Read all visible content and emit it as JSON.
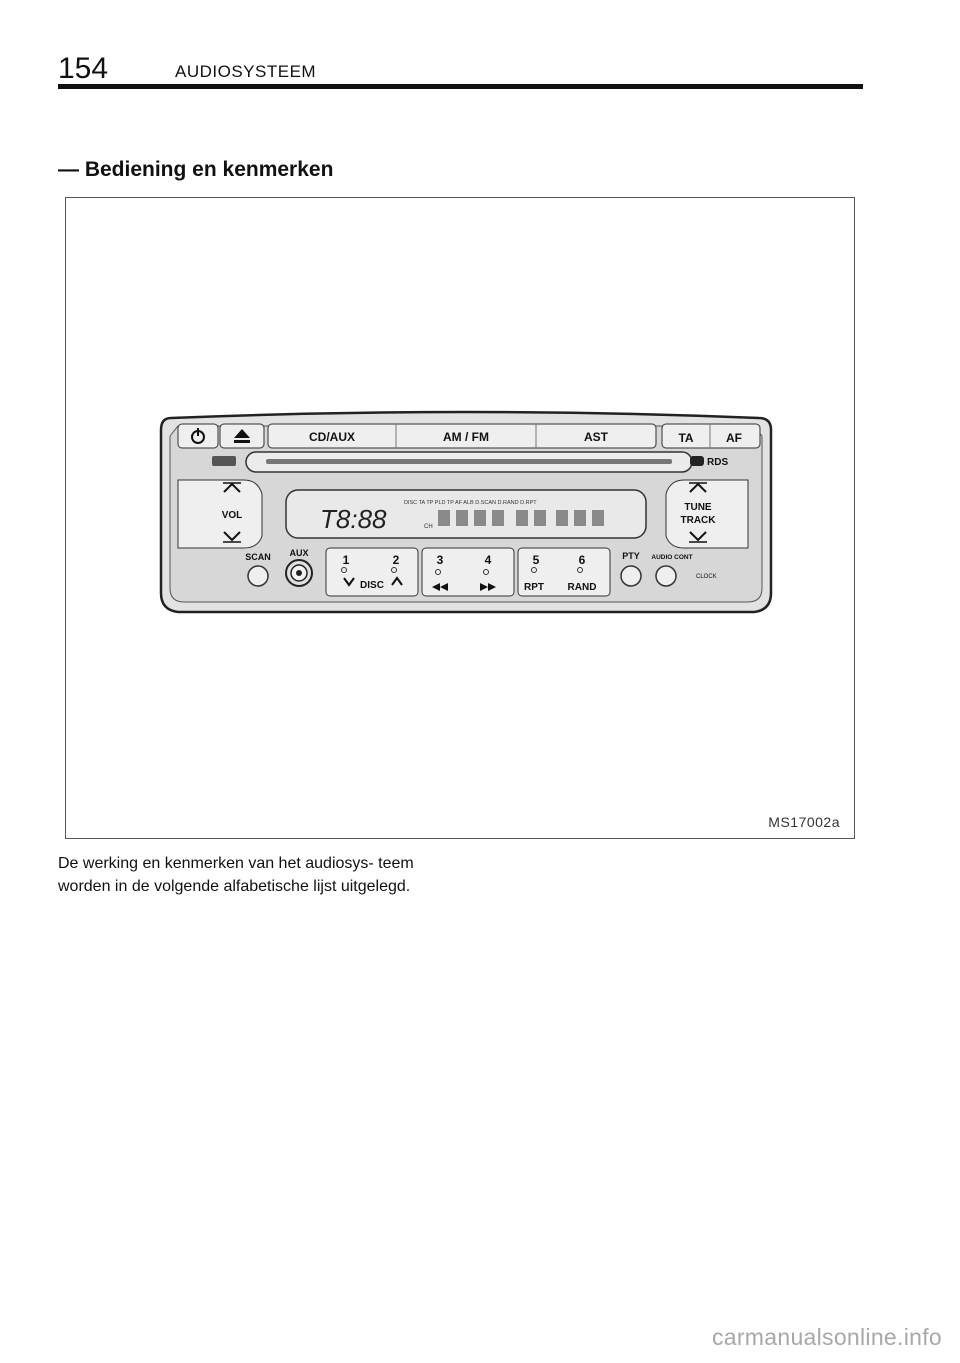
{
  "header": {
    "page_number": "154",
    "chapter_title": "AUDIOSYSTEEM"
  },
  "section_heading": "— Bediening en kenmerken",
  "figure": {
    "code": "MS17002a",
    "top_buttons": {
      "cd_aux": "CD/AUX",
      "am_fm": "AM / FM",
      "ast": "AST",
      "ta": "TA",
      "af": "AF"
    },
    "rds_label": "RDS",
    "vol_label": "VOL",
    "tune_label": "TUNE",
    "track_label": "TRACK",
    "scan_label": "SCAN",
    "aux_label": "AUX",
    "pty_label": "PTY",
    "audio_cont_label": "AUDIO CONT",
    "clock_label": "CLOCK",
    "presets": [
      "1",
      "2",
      "3",
      "4",
      "5",
      "6"
    ],
    "disc_label": "DISC",
    "rpt_label": "RPT",
    "rand_label": "RAND",
    "display_digits": "T8:88",
    "display_indicators": "DISC TA TP PLD TP AF ALB D.SCAN D.RAND D.RPT",
    "display_ch": "CH"
  },
  "body_text": "De werking en kenmerken van het audiosys- teem worden in de volgende alfabetische lijst uitgelegd.",
  "watermark": "carmanualsonline.info"
}
